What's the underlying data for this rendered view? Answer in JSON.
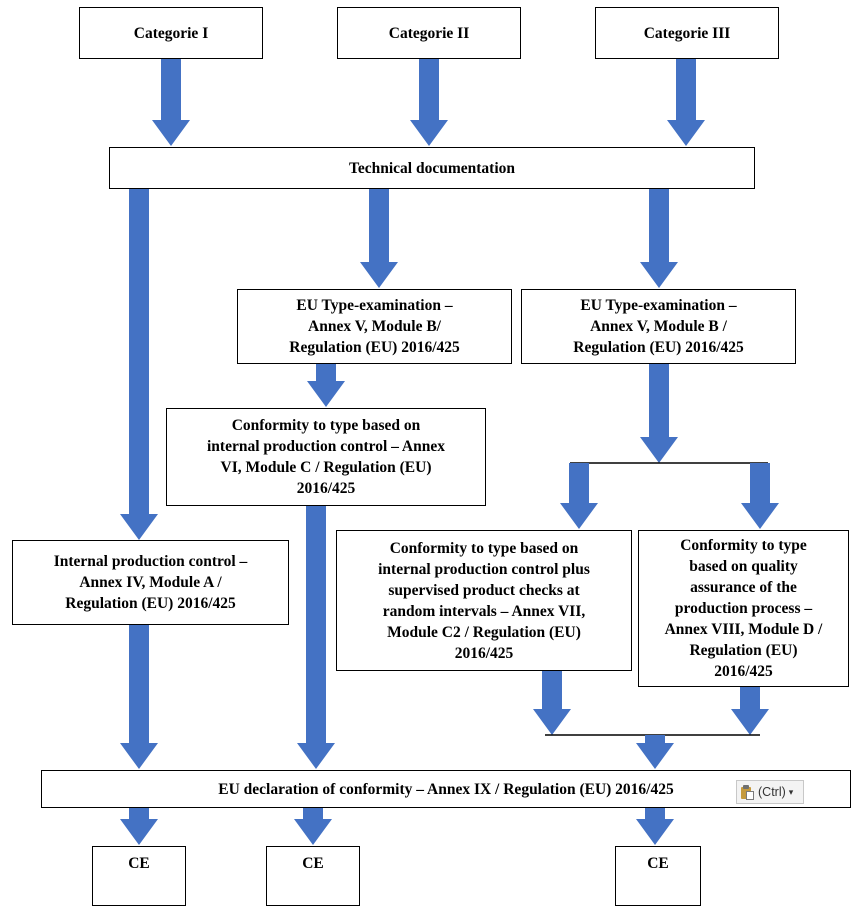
{
  "arrow_color": "#4472C4",
  "boxes": {
    "cat1": "Categorie I",
    "cat2": "Categorie II",
    "cat3": "Categorie III",
    "techdoc": "Technical documentation",
    "eu_type_b": [
      "EU Type-examination –",
      "Annex V, Module B/",
      "Regulation (EU) 2016/425"
    ],
    "eu_type_b3": [
      "EU Type-examination –",
      "Annex V, Module B /",
      "Regulation (EU) 2016/425"
    ],
    "conf_type_c": [
      "Conformity to type based on",
      "internal production control – Annex",
      "VI, Module C / Regulation (EU)",
      "2016/425"
    ],
    "internal_a": [
      "Internal production control –",
      "Annex IV, Module A /",
      "Regulation (EU) 2016/425"
    ],
    "conf_type_c2": [
      "Conformity to type based on",
      "internal production control plus",
      "supervised product checks at",
      "random intervals – Annex VII,",
      "Module C2 / Regulation (EU)",
      "2016/425"
    ],
    "conf_type_d": [
      "Conformity to type",
      "based on quality",
      "assurance of the",
      "production process –",
      "Annex VIII, Module D /",
      "Regulation (EU)",
      "2016/425"
    ],
    "declaration": "EU declaration of conformity – Annex IX / Regulation (EU) 2016/425",
    "ce1": "CE",
    "ce2": "CE",
    "ce3": "CE"
  },
  "paste_button": {
    "label": "(Ctrl)",
    "icon": "clipboard-icon",
    "caret": "▾"
  }
}
